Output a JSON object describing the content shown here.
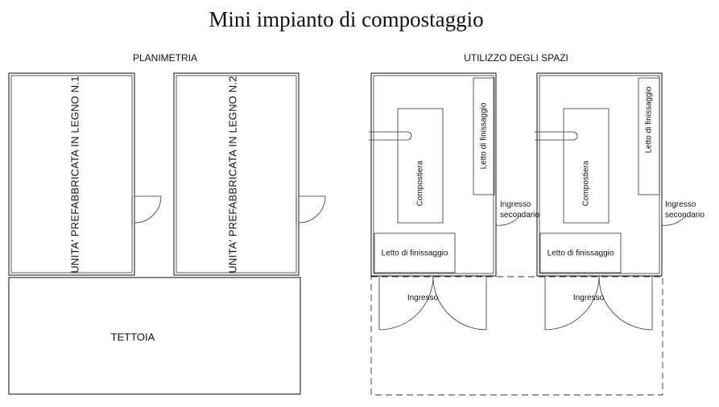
{
  "title": "Mini impianto di compostaggio",
  "sections": {
    "left_heading": "PLANIMETRIA",
    "right_heading": "UTILIZZO DEGLI SPAZI"
  },
  "planimetria": {
    "unit1_label": "UNITA' PREFABBRICATA IN LEGNO N.1",
    "unit2_label": "UNITA' PREFABBRICATA IN LEGNO N.2",
    "canopy_label": "TETTOIA"
  },
  "utilizzo": {
    "units": [
      {
        "finishing_bed_vertical": "Letto di finissaggio",
        "composter": "Compostiera",
        "secondary_entrance_line1": "Ingresso",
        "secondary_entrance_line2": "secondario",
        "finishing_bed_horizontal": "Letto di finissaggio",
        "entrance": "Ingresso"
      },
      {
        "finishing_bed_vertical": "Letto di finissaggio",
        "composter": "Compostiera",
        "secondary_entrance_line1": "Ingresso",
        "secondary_entrance_line2": "secondario",
        "finishing_bed_horizontal": "Letto di finissaggio",
        "entrance": "Ingresso"
      }
    ]
  }
}
